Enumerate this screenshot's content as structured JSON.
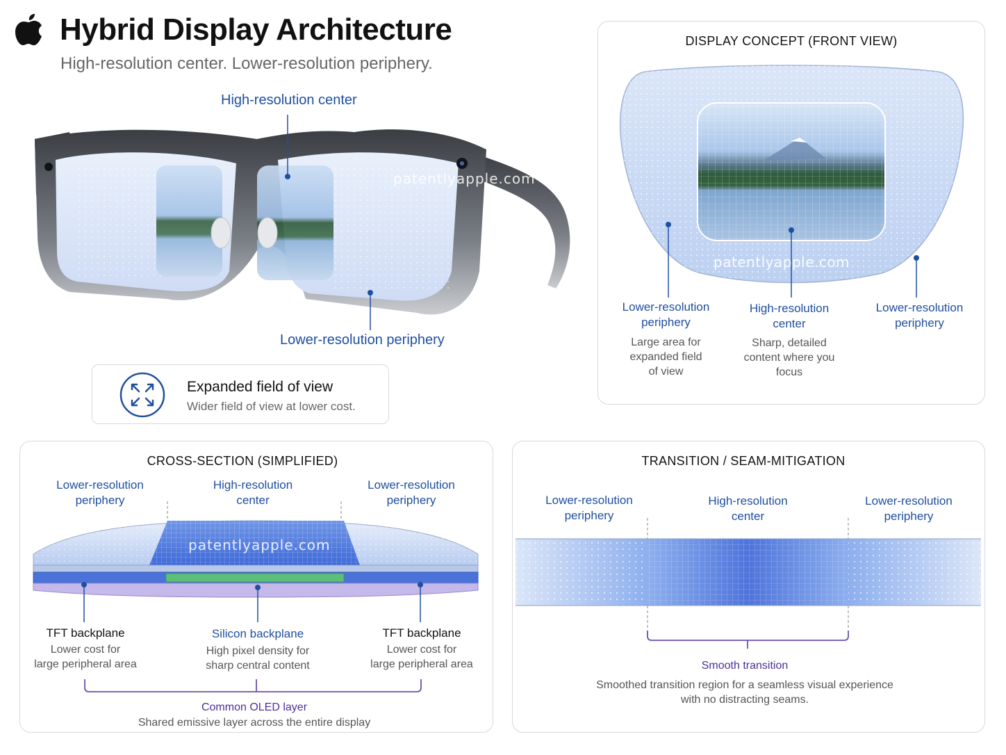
{
  "header": {
    "logo_icon": "apple-logo-icon",
    "title": "Hybrid Display Architecture",
    "subtitle": "High-resolution center. Lower-resolution periphery."
  },
  "glasses": {
    "top_label": "High-resolution center",
    "bottom_label": "Lower-resolution periphery",
    "watermark": "patentlyapple.com"
  },
  "fov_callout": {
    "icon": "expand-arrows-icon",
    "title": "Expanded field of view",
    "subtitle": "Wider field of view at lower cost."
  },
  "front_view": {
    "heading": "DISPLAY CONCEPT (FRONT VIEW)",
    "watermark": "patentlyapple.com",
    "left": {
      "label": "Lower-resolution\nperiphery",
      "desc": "Large area for\nexpanded field\nof view"
    },
    "center": {
      "label": "High-resolution\ncenter",
      "desc": "Sharp, detailed\ncontent where you\nfocus"
    },
    "right": {
      "label": "Lower-resolution\nperiphery"
    }
  },
  "cross_section": {
    "heading": "CROSS-SECTION (SIMPLIFIED)",
    "watermark": "patentlyapple.com",
    "top_left": "Lower-resolution\nperiphery",
    "top_center": "High-resolution\ncenter",
    "top_right": "Lower-resolution\nperiphery",
    "left": {
      "title": "TFT backplane",
      "desc": "Lower cost for\nlarge peripheral area"
    },
    "center": {
      "title": "Silicon backplane",
      "desc": "High pixel density for\nsharp central content"
    },
    "right": {
      "title": "TFT backplane",
      "desc": "Lower cost for\nlarge peripheral area"
    },
    "common_title": "Common OLED layer",
    "common_desc": "Shared emissive layer across the entire display"
  },
  "transition": {
    "heading": "TRANSITION / SEAM-MITIGATION",
    "left": "Lower-resolution\nperiphery",
    "center": "High-resolution\ncenter",
    "right": "Lower-resolution\nperiphery",
    "smooth_title": "Smooth transition",
    "smooth_desc": "Smoothed transition region for a seamless visual experience\nwith no distracting seams."
  },
  "colors": {
    "accent_blue": "#1f4fa0",
    "purple": "#6a4fb3",
    "green": "#5cbf7a"
  }
}
